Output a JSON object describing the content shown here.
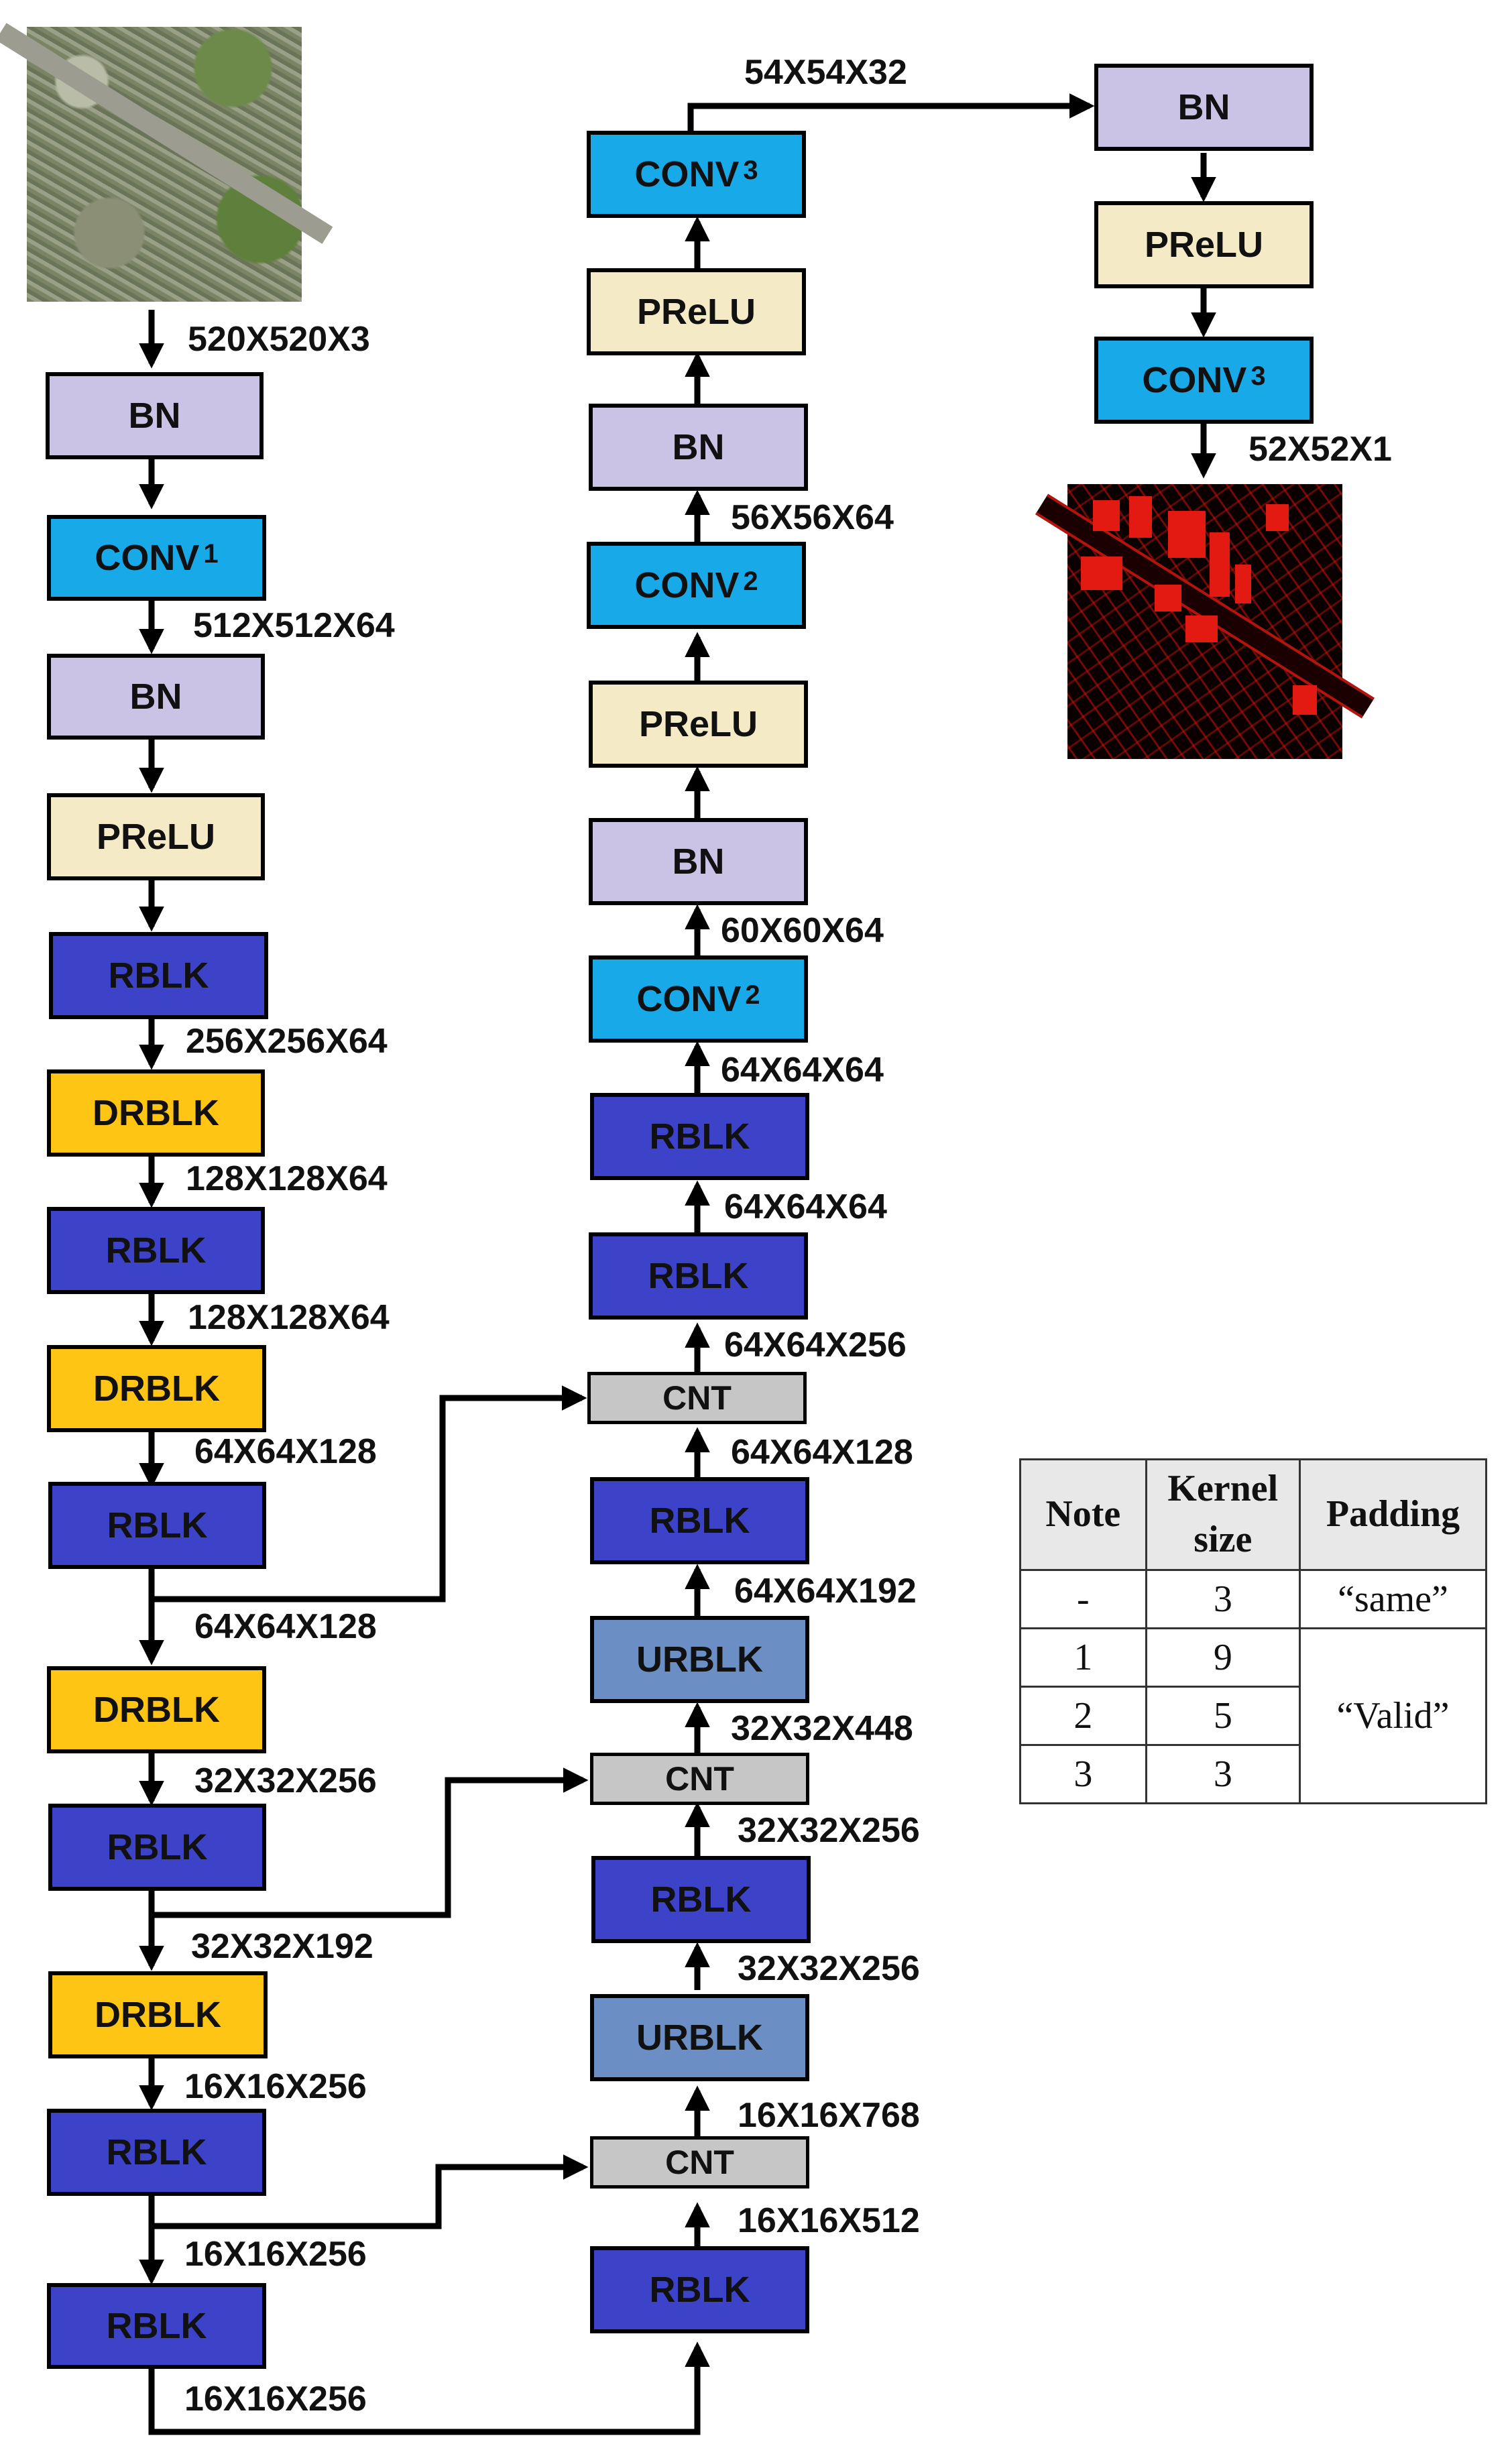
{
  "blocks": {
    "left": {
      "bn1": "BN",
      "conv1": "CONV",
      "bn2": "BN",
      "prelu1": "PReLU",
      "rblk1": "RBLK",
      "drblk1": "DRBLK",
      "rblk2": "RBLK",
      "drblk2": "DRBLK",
      "rblk3": "RBLK",
      "drblk3": "DRBLK",
      "rblk4": "RBLK",
      "drblk4": "DRBLK",
      "rblk5": "RBLK",
      "rblk6": "RBLK"
    },
    "middle": {
      "conv3": "CONV",
      "prelu3": "PReLU",
      "bn4": "BN",
      "conv2b": "CONV",
      "prelu2": "PReLU",
      "bn3": "BN",
      "conv2a": "CONV",
      "rblk1": "RBLK",
      "rblk2": "RBLK",
      "cnt1": "CNT",
      "rblk3": "RBLK",
      "urblk1": "URBLK",
      "cnt2": "CNT",
      "rblk4": "RBLK",
      "urblk2": "URBLK",
      "cnt3": "CNT",
      "rblk5": "RBLK"
    },
    "right": {
      "bn": "BN",
      "prelu": "PReLU",
      "conv3": "CONV"
    },
    "notes": {
      "conv1": "1",
      "conv2": "2",
      "conv3": "3"
    }
  },
  "dims": {
    "left": [
      "520X520X3",
      "512X512X64",
      "256X256X64",
      "128X128X64",
      "128X128X64",
      "64X64X128",
      "64X64X128",
      "32X32X256",
      "32X32X192",
      "16X16X256",
      "16X16X256",
      "16X16X256"
    ],
    "middle": [
      "54X54X32",
      "56X56X64",
      "60X60X64",
      "64X64X64",
      "64X64X64",
      "64X64X256",
      "64X64X128",
      "64X64X192",
      "32X32X448",
      "32X32X256",
      "32X32X256",
      "16X16X768",
      "16X16X512"
    ],
    "right": [
      "52X52X1"
    ]
  },
  "table": {
    "headers": [
      "Note",
      "Kernel size",
      "Padding"
    ],
    "rows": [
      [
        "-",
        "3",
        "“same”"
      ],
      [
        "1",
        "9",
        "“Valid”"
      ],
      [
        "2",
        "5",
        ""
      ],
      [
        "3",
        "3",
        ""
      ]
    ]
  },
  "images": {
    "input": "aerial-photo",
    "output": "segmentation-map"
  },
  "colors": {
    "bn": "#cbc3e6",
    "prelu": "#f4ebc6",
    "conv": "#17a9e8",
    "rblk": "#3d43c9",
    "drblk": "#ffc515",
    "urblk": "#6b8fc4",
    "cnt": "#c6c6c6",
    "output_building": "#e21a12"
  }
}
